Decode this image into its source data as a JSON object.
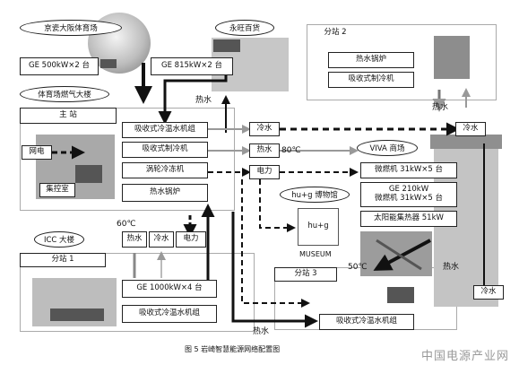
{
  "sites": {
    "kyocera_dome": "京瓷大阪体育场",
    "aeon": "永旺百货",
    "stadium_gas": "体育场燃气大楼",
    "viva": "VIVA 商场",
    "icc": "ICC 大楼",
    "museum": "hu+g 博物馆"
  },
  "stations": {
    "main": "主 站",
    "sub1": "分站 1",
    "sub2": "分站 2",
    "sub3": "分站 3"
  },
  "ge_labels": {
    "dome": "GE  500kW×2 台",
    "aeon": "GE  815kW×2 台",
    "icc": "GE  1000kW×4 台"
  },
  "main_station": {
    "absorption_chiller_heater": "吸收式冷温水机组",
    "absorption_chiller": "吸收式制冷机",
    "turbo_chiller": "涡轮冷冻机",
    "hot_water_boiler": "热水锅炉",
    "grid_power": "网电",
    "control_room": "集控室"
  },
  "sub2_equipment": {
    "boiler": "热水锅炉",
    "chiller": "吸收式制冷机"
  },
  "viva_equipment": {
    "micro_turbine_1": "微燃机 31kW×5 台",
    "ge_micro": [
      "GE  210kW",
      "微燃机  31kW×5 台"
    ],
    "solar": "太阳能集热器 51kW"
  },
  "icc_equipment": {
    "absorption": "吸收式冷温水机组"
  },
  "sub3_equipment": {
    "absorption": "吸收式冷温水机组"
  },
  "museum": {
    "sign": "hu+g",
    "caption": "MUSEUM"
  },
  "media": {
    "hot_water": "热水",
    "cold_water": "冷水",
    "power": "电力",
    "temp_80": "80℃",
    "temp_60": "60℃",
    "temp_50": "50℃"
  },
  "figure_caption": "图 5  岩崎智慧能源网络配置图",
  "watermark": "中国电源产业网"
}
